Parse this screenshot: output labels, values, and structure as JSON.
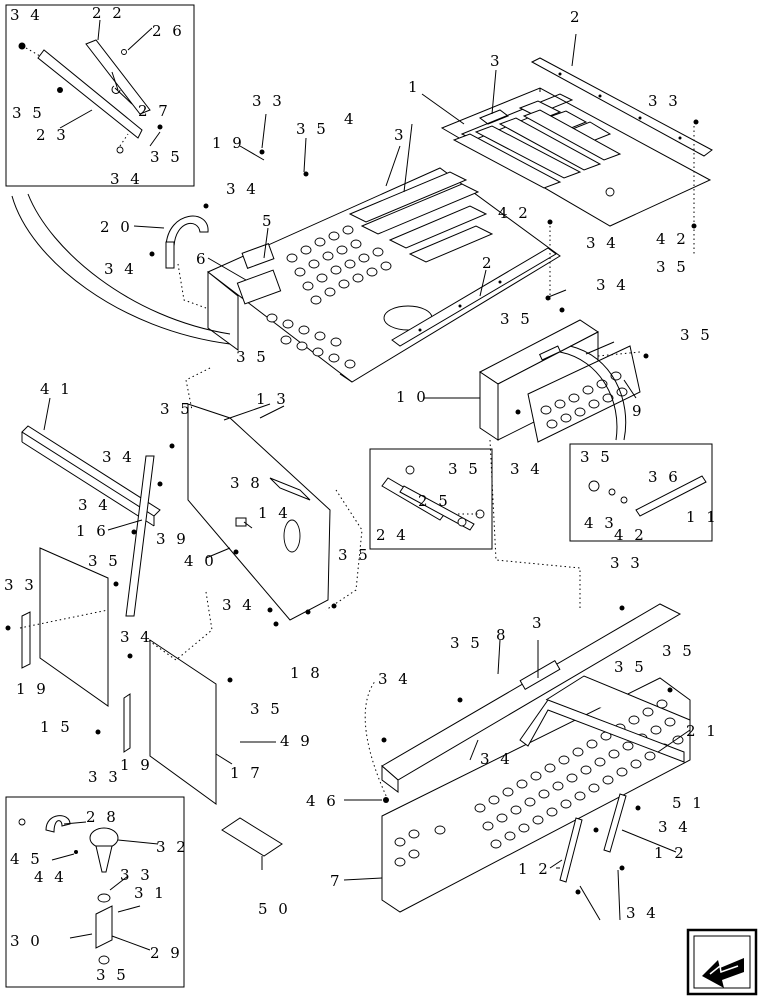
{
  "diagram": {
    "labels": [
      {
        "id": "l34a",
        "text": "3 4"
      },
      {
        "id": "l22",
        "text": "2 2"
      },
      {
        "id": "l26",
        "text": "2 6"
      },
      {
        "id": "l35a",
        "text": "3 5"
      },
      {
        "id": "l27",
        "text": "2 7"
      },
      {
        "id": "l23",
        "text": "2 3"
      },
      {
        "id": "l35b",
        "text": "3 5"
      },
      {
        "id": "l34b",
        "text": "3 4"
      },
      {
        "id": "l2a",
        "text": "2"
      },
      {
        "id": "l3a",
        "text": "3"
      },
      {
        "id": "l1",
        "text": "1"
      },
      {
        "id": "l33a",
        "text": "3 3"
      },
      {
        "id": "l33b",
        "text": "3 3"
      },
      {
        "id": "l4",
        "text": "4"
      },
      {
        "id": "l35c",
        "text": "3 5"
      },
      {
        "id": "l19a",
        "text": "1 9"
      },
      {
        "id": "l3b",
        "text": "3"
      },
      {
        "id": "l34c",
        "text": "3 4"
      },
      {
        "id": "l20",
        "text": "2 0"
      },
      {
        "id": "l5",
        "text": "5"
      },
      {
        "id": "l42a",
        "text": "4 2"
      },
      {
        "id": "l34d",
        "text": "3 4"
      },
      {
        "id": "l42b",
        "text": "4 2"
      },
      {
        "id": "l6",
        "text": "6"
      },
      {
        "id": "l34e",
        "text": "3 4"
      },
      {
        "id": "l2b",
        "text": "2"
      },
      {
        "id": "l35d",
        "text": "3 5"
      },
      {
        "id": "l34f",
        "text": "3 4"
      },
      {
        "id": "l35e",
        "text": "3 5"
      },
      {
        "id": "l35f",
        "text": "3 5"
      },
      {
        "id": "l35g",
        "text": "3 5"
      },
      {
        "id": "l41",
        "text": "4 1"
      },
      {
        "id": "l13",
        "text": "1 3"
      },
      {
        "id": "l10",
        "text": "1 0"
      },
      {
        "id": "l9",
        "text": "9"
      },
      {
        "id": "l35h",
        "text": "3 5"
      },
      {
        "id": "l34g",
        "text": "3 4"
      },
      {
        "id": "l34h",
        "text": "3 4"
      },
      {
        "id": "l35i",
        "text": "3 5"
      },
      {
        "id": "l38",
        "text": "3 8"
      },
      {
        "id": "l25",
        "text": "2 5"
      },
      {
        "id": "l35j",
        "text": "3 5"
      },
      {
        "id": "l36",
        "text": "3 6"
      },
      {
        "id": "l34i",
        "text": "3 4"
      },
      {
        "id": "l14",
        "text": "1 4"
      },
      {
        "id": "l24",
        "text": "2 4"
      },
      {
        "id": "l43",
        "text": "4 3"
      },
      {
        "id": "l42c",
        "text": "4 2"
      },
      {
        "id": "l11",
        "text": "1 1"
      },
      {
        "id": "l16",
        "text": "1 6"
      },
      {
        "id": "l39",
        "text": "3 9"
      },
      {
        "id": "l40",
        "text": "4 0"
      },
      {
        "id": "l35k",
        "text": "3 5"
      },
      {
        "id": "l35l",
        "text": "3 5"
      },
      {
        "id": "l33c",
        "text": "3 3"
      },
      {
        "id": "l33d",
        "text": "3 3"
      },
      {
        "id": "l34j",
        "text": "3 4"
      },
      {
        "id": "l18",
        "text": "1 8"
      },
      {
        "id": "l34k",
        "text": "3 4"
      },
      {
        "id": "l35m",
        "text": "3 5"
      },
      {
        "id": "l8",
        "text": "8"
      },
      {
        "id": "l3c",
        "text": "3"
      },
      {
        "id": "l35n",
        "text": "3 5"
      },
      {
        "id": "l35o",
        "text": "3 5"
      },
      {
        "id": "l19b",
        "text": "1 9"
      },
      {
        "id": "l34l",
        "text": "3 4"
      },
      {
        "id": "l15",
        "text": "1 5"
      },
      {
        "id": "l35p",
        "text": "3 5"
      },
      {
        "id": "l21",
        "text": "2 1"
      },
      {
        "id": "l49",
        "text": "4 9"
      },
      {
        "id": "l33e",
        "text": "3 3"
      },
      {
        "id": "l19c",
        "text": "1 9"
      },
      {
        "id": "l34m",
        "text": "3 4"
      },
      {
        "id": "l17",
        "text": "1 7"
      },
      {
        "id": "l46",
        "text": "4 6"
      },
      {
        "id": "l51",
        "text": "5 1"
      },
      {
        "id": "l28",
        "text": "2 8"
      },
      {
        "id": "l34n",
        "text": "3 4"
      },
      {
        "id": "l45",
        "text": "4 5"
      },
      {
        "id": "l32",
        "text": "3 2"
      },
      {
        "id": "l44",
        "text": "4 4"
      },
      {
        "id": "l12a",
        "text": "1 2"
      },
      {
        "id": "l12b",
        "text": "1 2"
      },
      {
        "id": "l33f",
        "text": "3 3"
      },
      {
        "id": "l31",
        "text": "3 1"
      },
      {
        "id": "l7",
        "text": "7"
      },
      {
        "id": "l50",
        "text": "5 0"
      },
      {
        "id": "l30",
        "text": "3 0"
      },
      {
        "id": "l29",
        "text": "2 9"
      },
      {
        "id": "l34o",
        "text": "3 4"
      },
      {
        "id": "l35q",
        "text": "3 5"
      }
    ],
    "nav_icon": "arrow-nav-icon"
  }
}
